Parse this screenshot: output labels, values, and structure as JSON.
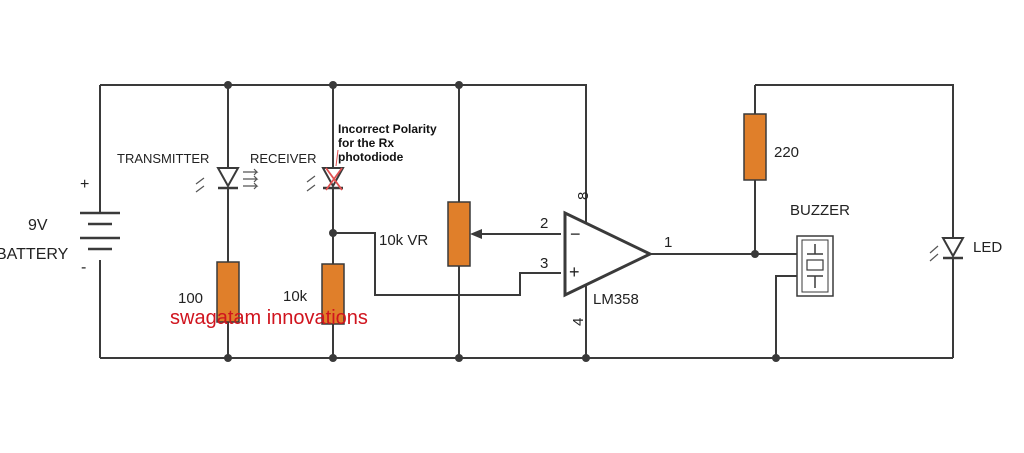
{
  "labels": {
    "battery_voltage": "9V",
    "battery_name": "BATTERY",
    "battery_plus": "+",
    "battery_minus": "-",
    "transmitter": "TRANSMITTER",
    "receiver": "RECEIVER",
    "note_line1": "Incorrect Polarity",
    "note_line2": "for the Rx",
    "note_line3": "photodiode",
    "r_100": "100",
    "r_10k": "10k",
    "vr_10k": "10k VR",
    "pin_2": "2",
    "pin_3": "3",
    "pin_8": "8",
    "pin_4": "4",
    "pin_1": "1",
    "opamp_minus": "−",
    "opamp_plus": "+",
    "ic_name": "LM358",
    "r_220": "220",
    "buzzer": "BUZZER",
    "led": "LED",
    "watermark": "swagatam innovations"
  },
  "colors": {
    "resistor": "#e07f2a",
    "wire": "#3a3a3a",
    "watermark": "#d0141e",
    "x_mark": "#e05050"
  }
}
